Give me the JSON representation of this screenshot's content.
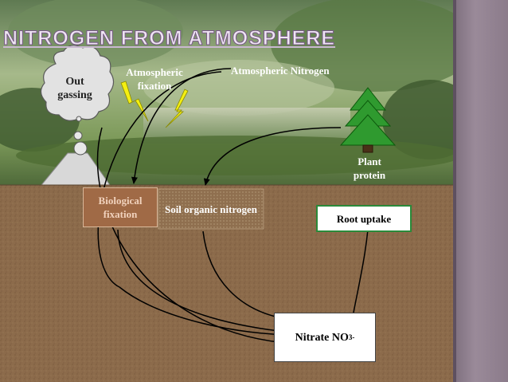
{
  "title": "NITROGEN FROM ATMOSPHERE",
  "labels": {
    "out_gassing": "Out gassing",
    "atmospheric_fixation": "Atmospheric fixation",
    "atmospheric_nitrogen": "Atmospheric Nitrogen",
    "plant_protein": "Plant protein",
    "biological_fixation": "Biological fixation",
    "soil_organic_nitrogen": "Soil organic nitrogen",
    "root_uptake": "Root uptake",
    "nitrate": "Nitrate NO",
    "nitrate_sub": "3",
    "nitrate_sup": "-"
  },
  "colors": {
    "soil": "#8c6c4c",
    "sky_green": "#7a9a5a",
    "tree_green": "#2f9a2f",
    "lightning": "#f4ef12",
    "label_text": "#ffffff",
    "sidebar": "#8b7b8a",
    "root_uptake_border": "#2a8a3a"
  }
}
